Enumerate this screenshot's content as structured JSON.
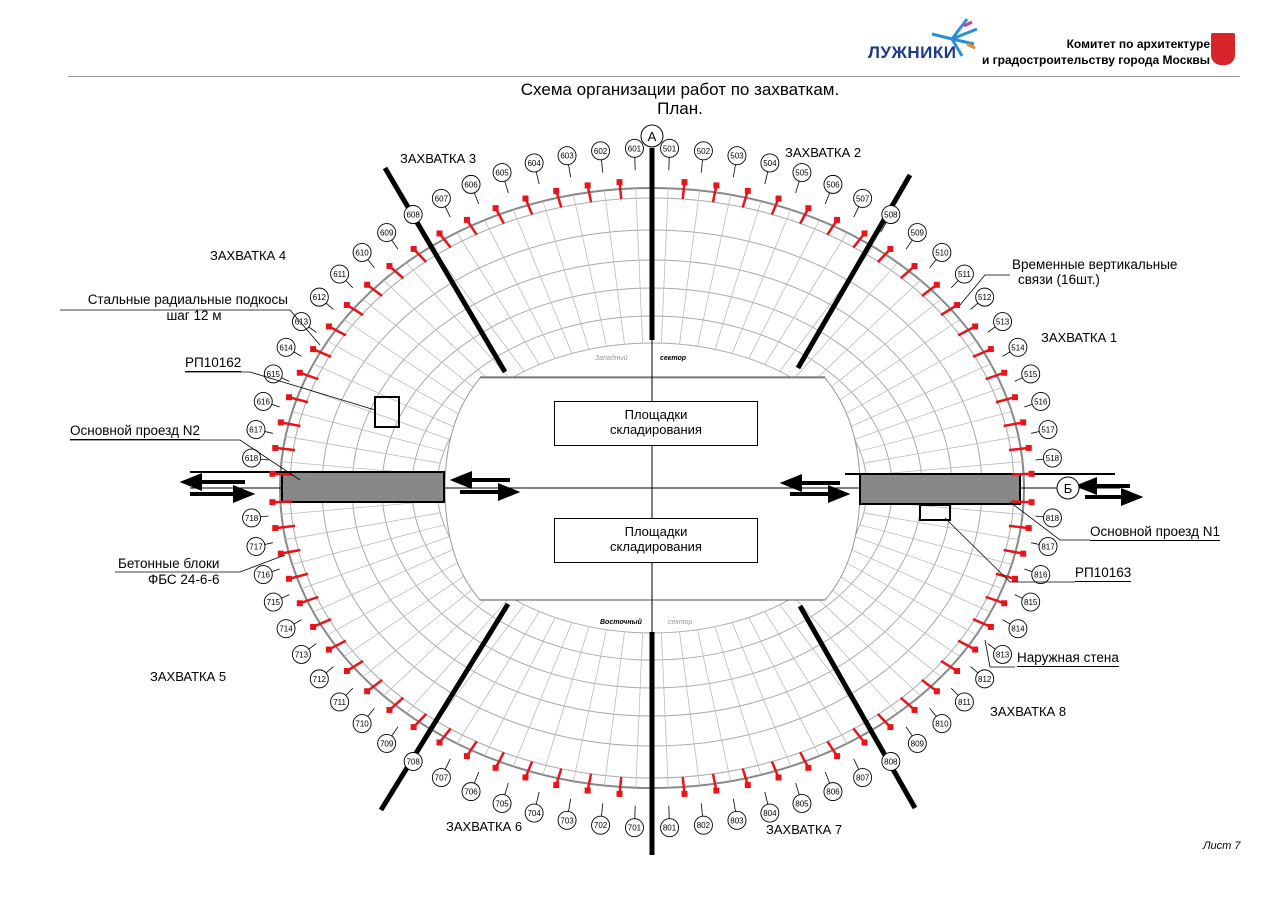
{
  "header": {
    "logo": "ЛУЖНИКИ",
    "committee_line1": "Комитет по архитектуре",
    "committee_line2": "и градостроительству города Москвы"
  },
  "title_line1": "Схема организации работ по захваткам.",
  "title_line2": "План.",
  "axes": {
    "top": "А",
    "right": "Б"
  },
  "sectors": [
    "ЗАХВАТКА 1",
    "ЗАХВАТКА 2",
    "ЗАХВАТКА 3",
    "ЗАХВАТКА 4",
    "ЗАХВАТКА 5",
    "ЗАХВАТКА 6",
    "ЗАХВАТКА 7",
    "ЗАХВАТКА 8"
  ],
  "callouts": {
    "vertical_ties_1": "Временные вертикальные",
    "vertical_ties_2": "связи (16шт.)",
    "radial_braces_1": "Стальные  радиальные подкосы",
    "radial_braces_2": "шаг 12 м",
    "rp10162": "РП10162",
    "rp10163": "РП10163",
    "main_road_2": "Основной проезд N2",
    "main_road_1": "Основной проезд N1",
    "blocks_1": "Бетонные   блоки",
    "blocks_2": "ФБС 24-6-6",
    "outer_wall": "Наружная стена"
  },
  "storage": {
    "line1": "Площадки",
    "line2": "складирования"
  },
  "stand_labels": {
    "west": "Западный",
    "west_sector": "сектор",
    "east": "Восточный",
    "east_sector": "сектор"
  },
  "axis_numbers": {
    "ne": [
      "501",
      "502",
      "503",
      "504",
      "505",
      "506",
      "507",
      "508",
      "509",
      "510",
      "511",
      "512",
      "513",
      "514",
      "515",
      "516",
      "517",
      "518"
    ],
    "nw": [
      "601",
      "602",
      "603",
      "604",
      "605",
      "606",
      "607",
      "608",
      "609",
      "610",
      "611",
      "612",
      "613",
      "614",
      "615",
      "616",
      "617",
      "618"
    ],
    "sw": [
      "701",
      "702",
      "703",
      "704",
      "705",
      "706",
      "707",
      "708",
      "709",
      "710",
      "711",
      "712",
      "713",
      "714",
      "715",
      "716",
      "717",
      "718"
    ],
    "se": [
      "801",
      "802",
      "803",
      "804",
      "805",
      "806",
      "807",
      "808",
      "809",
      "810",
      "811",
      "812",
      "813",
      "814",
      "815",
      "816",
      "817",
      "818"
    ]
  },
  "sheet": "Лист 7",
  "colors": {
    "accent": "#e8141a",
    "line": "#000000",
    "logo": "#1b3a8c"
  }
}
